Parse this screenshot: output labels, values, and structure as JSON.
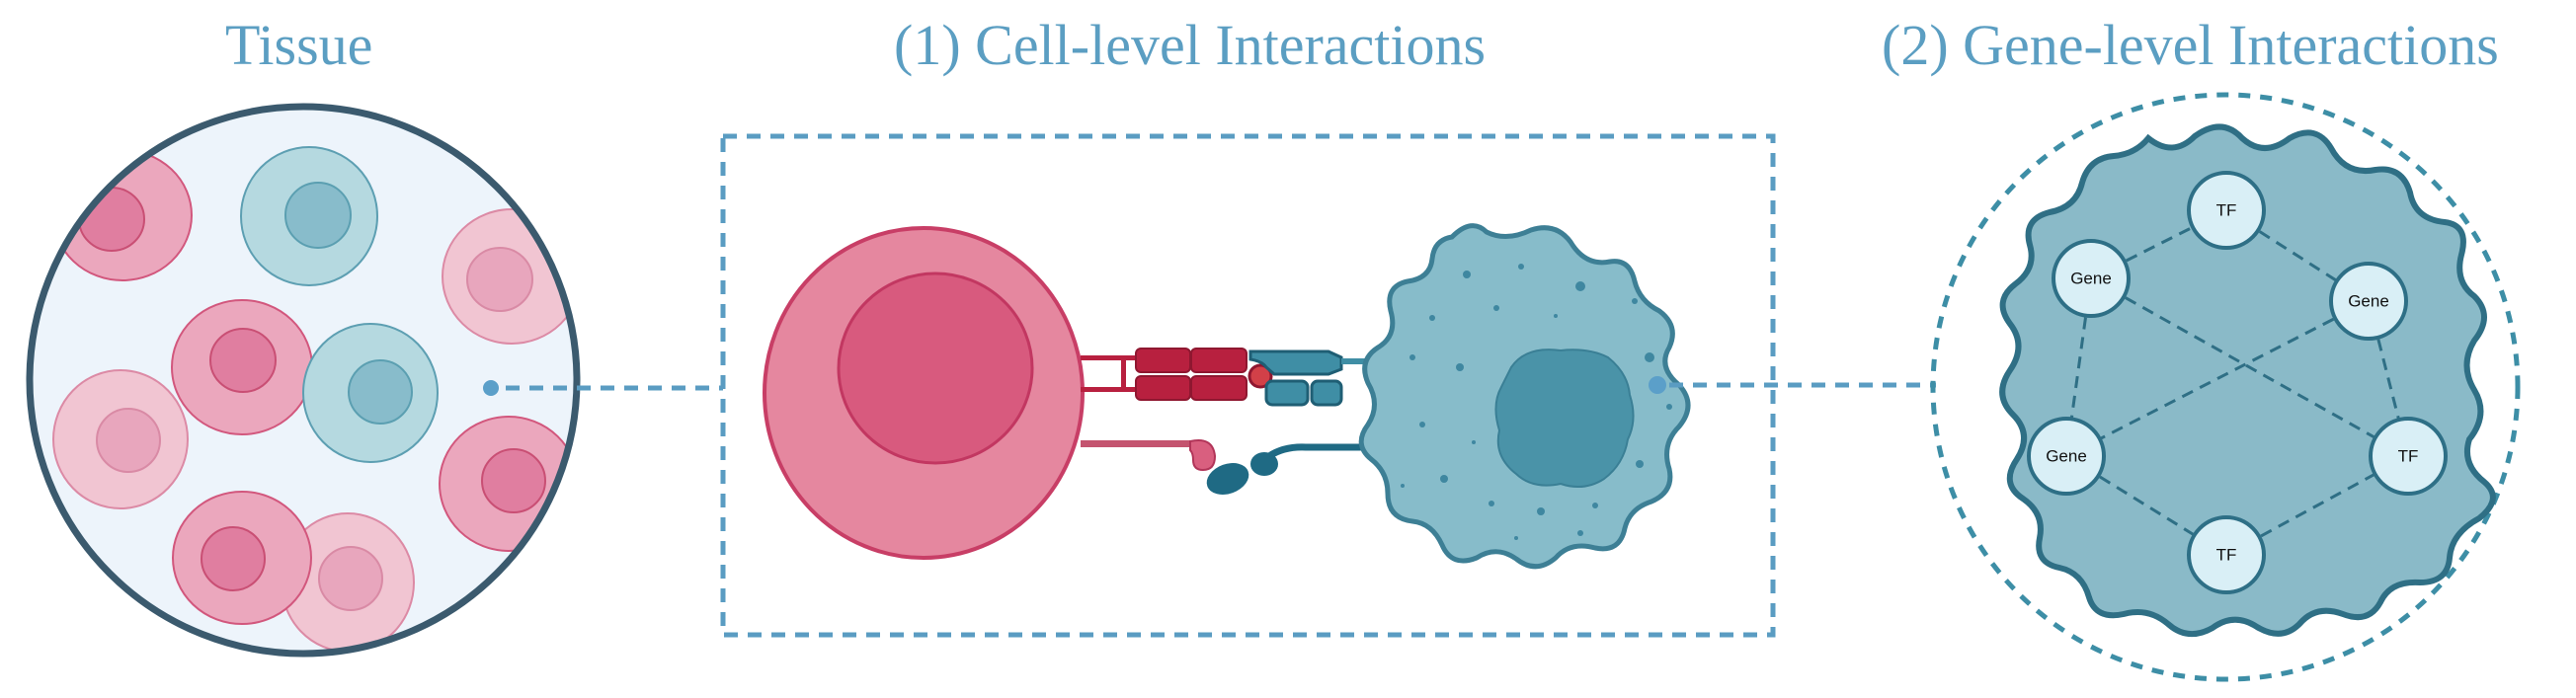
{
  "titles": {
    "tissue": "Tissue",
    "cell_level": "(1)  Cell-level Interactions",
    "gene_level": "(2)  Gene-level Interactions"
  },
  "nodes": {
    "tf_top": "TF",
    "gene_upper_left": "Gene",
    "gene_upper_right": "Gene",
    "gene_lower_left": "Gene",
    "tf_right": "TF",
    "tf_bottom": "TF"
  },
  "colors": {
    "title": "#5b9ec2",
    "connector": "#4f95bd",
    "tissue_border": "#3b5a6e",
    "tissue_fill": "#edf4fb",
    "pink_cell": "#e5879f",
    "pink_nucleus": "#d85a7e",
    "pale_pink_cell": "#f0c2d0",
    "teal_cell": "#aed4dc",
    "receptor_red": "#b8203f",
    "receptor_teal": "#3f8ea5",
    "macrophage": "#87bcca",
    "macrophage_border": "#3d7f95",
    "node_fill": "#d9eff6",
    "node_border": "#2e6f86"
  },
  "icons": [
    "tissue-circle",
    "lymphocyte-cell",
    "macrophage-cell",
    "receptor-ligand-pair",
    "gene-network"
  ]
}
